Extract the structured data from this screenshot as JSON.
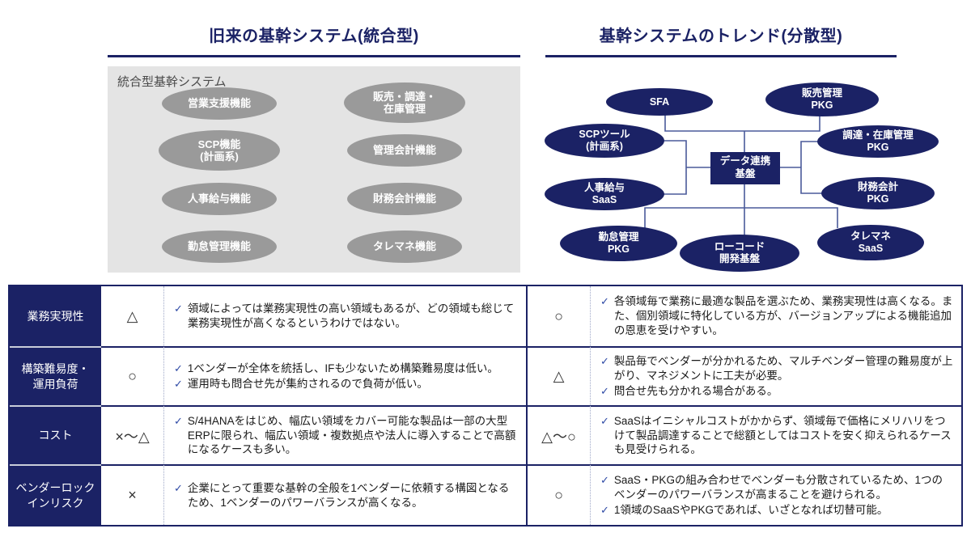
{
  "colors": {
    "navy": "#1B2265",
    "connector": "#4A5A9A",
    "gray_panel": "#E4E4E4",
    "gray_node": "#9A9A9A",
    "check_blue": "#2E4AA5",
    "header_row_divider": "#C9CDD9"
  },
  "icons": {
    "check": "✓"
  },
  "left_panel": {
    "title": "旧来の基幹システム(統合型)",
    "box_label": "統合型基幹システム",
    "nodes": [
      "営業支援機能",
      "販売・調達・\n在庫管理",
      "SCP機能\n(計画系)",
      "管理会計機能",
      "人事給与機能",
      "財務会計機能",
      "勤怠管理機能",
      "タレマネ機能"
    ]
  },
  "right_panel": {
    "title": "基幹システムのトレンド(分散型)",
    "hub": "データ連携\n基盤",
    "nodes": [
      "SFA",
      "販売管理\nPKG",
      "SCPツール\n(計画系)",
      "調達・在庫管理\nPKG",
      "人事給与\nSaaS",
      "財務会計\nPKG",
      "勤怠管理\nPKG",
      "ローコード\n開発基盤",
      "タレマネ\nSaaS"
    ]
  },
  "table": {
    "rows": [
      {
        "criterion": "業務実現性",
        "left_rating": "△",
        "left_points": [
          "領域によっては業務実現性の高い領域もあるが、どの領域も総じて業務実現性が高くなるというわけではない。"
        ],
        "right_rating": "○",
        "right_points": [
          "各領域毎で業務に最適な製品を選ぶため、業務実現性は高くなる。また、個別領域に特化している方が、バージョンアップによる機能追加の恩恵を受けやすい。"
        ]
      },
      {
        "criterion": "構築難易度・\n運用負荷",
        "left_rating": "○",
        "left_points": [
          "1ベンダーが全体を統括し、IFも少ないため構築難易度は低い。",
          "運用時も問合せ先が集約されるので負荷が低い。"
        ],
        "right_rating": "△",
        "right_points": [
          "製品毎でベンダーが分かれるため、マルチベンダー管理の難易度が上がり、マネジメントに工夫が必要。",
          "問合せ先も分かれる場合がある。"
        ]
      },
      {
        "criterion": "コスト",
        "left_rating": "×〜△",
        "left_points": [
          "S/4HANAをはじめ、幅広い領域をカバー可能な製品は一部の大型ERPに限られ、幅広い領域・複数拠点や法人に導入することで高額になるケースも多い。"
        ],
        "right_rating": "△〜○",
        "right_points": [
          "SaaSはイニシャルコストがかからず、領域毎で価格にメリハリをつけて製品調達することで総額としてはコストを安く抑えられるケースも見受けられる。"
        ]
      },
      {
        "criterion": "ベンダーロック\nインリスク",
        "left_rating": "×",
        "left_points": [
          "企業にとって重要な基幹の全般を1ベンダーに依頼する構図となるため、1ベンダーのパワーバランスが高くなる。"
        ],
        "right_rating": "○",
        "right_points": [
          "SaaS・PKGの組み合わせでベンダーも分散されているため、1つのベンダーのパワーバランスが高まることを避けられる。",
          "1領域のSaaSやPKGであれば、いざとなれば切替可能。"
        ]
      }
    ]
  }
}
